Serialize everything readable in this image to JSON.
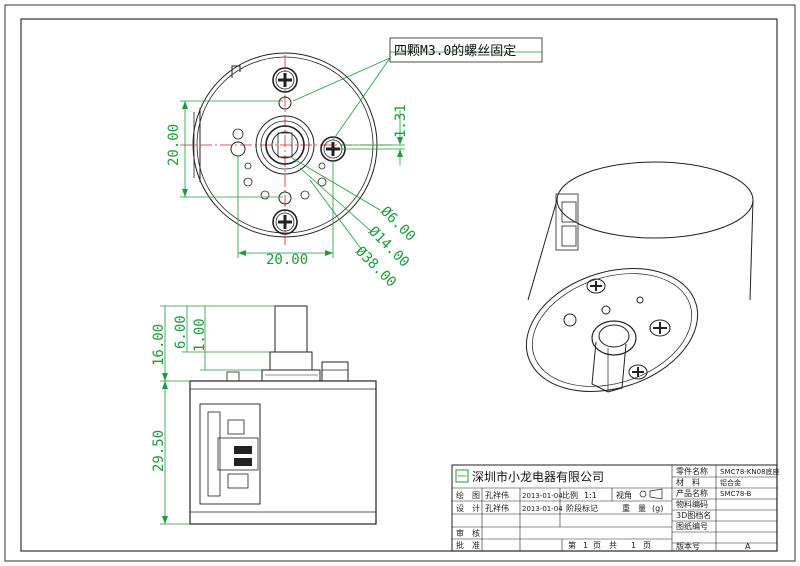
{
  "callout": {
    "text": "四颗M3.0的螺丝固定"
  },
  "dimensions": {
    "top_height": "20.00",
    "top_width": "20.00",
    "offset": "1.31",
    "d6": "Ø6.00",
    "d14": "Ø14.00",
    "d38": "Ø38.00",
    "h16": "16.00",
    "h6": "6.00",
    "h1": "1.00",
    "h29": "29.50"
  },
  "title_block": {
    "company_mark": "一",
    "company": "深圳市小龙电器有限公司",
    "part_name_label": "零件名称",
    "part_name_value": "SMC78-KN08底座",
    "material_label": "材　料",
    "material_value": "铝合金",
    "product_name_label": "产品名称",
    "product_name_value": "SMC78-B",
    "material_code_label": "物料编码",
    "drawing_3d_label": "3D图档名",
    "drawing_no_label": "图纸编号",
    "version_label": "版本号",
    "version_value": "A",
    "draw_label": "绘　图",
    "draw_name": "孔祥伟",
    "draw_date": "2013-01-04",
    "design_label": "设　计",
    "design_name": "孔祥伟",
    "design_date": "2013-01-04",
    "review_label": "审　核",
    "approve_label": "批　准",
    "scale_label": "比例",
    "scale_value": "1:1",
    "view_label": "视角",
    "stage_label": "阶段标记",
    "weight_label": "重　量",
    "weight_unit": "(g)",
    "sheet_pre": "第",
    "sheet_no": "1",
    "sheet_mid": "页　共",
    "sheet_total": "1",
    "sheet_post": "页"
  }
}
